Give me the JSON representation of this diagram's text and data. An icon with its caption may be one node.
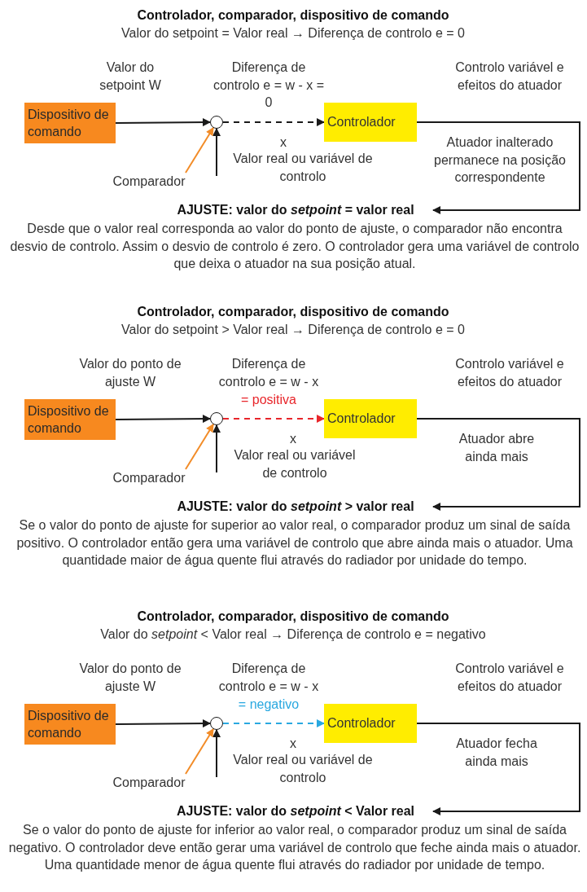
{
  "diagram": {
    "nodes": [
      {
        "text": [
          "Dispositivo de comando"
        ]
      },
      {
        "text": [],
        "shape": "circle"
      },
      {
        "text": [
          "Controlador"
        ]
      },
      {
        "text": [
          "Comparador"
        ]
      },
      {
        "text": [
          "AJUSTE: valor do *setpoint* = valor real"
        ]
      },
      {
        "text": [
          "Dispositivo de comando"
        ]
      },
      {
        "text": [],
        "shape": "circle"
      },
      {
        "text": [
          "Controlador"
        ]
      },
      {
        "text": [
          "Comparador"
        ]
      },
      {
        "text": [
          "AJUSTE: valor do *setpoint* > valor real"
        ]
      },
      {
        "text": [
          "Dispositivo de comando"
        ]
      },
      {
        "text": [],
        "shape": "circle"
      },
      {
        "text": [
          "Controlador"
        ]
      },
      {
        "text": [
          "Comparador"
        ]
      },
      {
        "text": [
          "AJUSTE: valor do *setpoint* < Valor real"
        ]
      }
    ],
    "edges": [
      {
        "from": 0,
        "to": 1,
        "arrow": "to",
        "label": "Valor do setpoint W"
      },
      {
        "from": 1,
        "to": 2,
        "arrow": "to",
        "style": "dashed",
        "label": "Diferença de controlo e = w - x = 0"
      },
      {
        "from": null,
        "to": 1,
        "arrow": "to"
      },
      {
        "from": 3,
        "to": 1,
        "arrow": "to",
        "color": "#f28c28"
      },
      {
        "from": 2,
        "to": 4,
        "arrow": "to"
      },
      {
        "from": 5,
        "to": 6,
        "arrow": "to",
        "label": "Valor do ponto de ajuste W"
      },
      {
        "from": 6,
        "to": 7,
        "arrow": "to",
        "style": "dashed",
        "color": "#e8262b",
        "label": "= positiva"
      },
      {
        "from": null,
        "to": 6,
        "arrow": "to"
      },
      {
        "from": 8,
        "to": 6,
        "arrow": "to",
        "color": "#f28c28"
      },
      {
        "from": 7,
        "to": 9,
        "arrow": "to"
      },
      {
        "from": 10,
        "to": 11,
        "arrow": "to",
        "label": "Valor do ponto de ajuste W"
      },
      {
        "from": 11,
        "to": 12,
        "arrow": "to",
        "style": "dashed",
        "color": "#29a8e0",
        "label": "= negativo"
      },
      {
        "from": null,
        "to": 11,
        "arrow": "to"
      },
      {
        "from": 13,
        "to": 11,
        "arrow": "to",
        "color": "#f28c28"
      },
      {
        "from": 12,
        "to": 14,
        "arrow": "to"
      }
    ],
    "labels": [
      "Controlador, comparador, dispositivo de comando",
      "Valor do setpoint = Valor real → Diferença de controlo e = 0",
      "Controlo variável e efeitos do atuador",
      "x",
      "Valor real ou variável de controlo",
      "Atuador inalterado permanece na posição correspondente",
      "Desde que o valor real corresponda ao valor do ponto de ajuste, o comparador não encontra desvio de controlo. Assim o desvio de controlo é zero. O controlador gera uma variável de controlo que deixa o atuador na sua posição atual.",
      "Controlador, comparador, dispositivo de comando",
      "Valor do setpoint > Valor real → Diferença de controlo e = 0",
      "Diferença de controlo e = w - x",
      "Controlo variável e efeitos do atuador",
      "x",
      "Valor real ou variável de controlo",
      "Atuador abre ainda mais",
      "Se o valor do ponto de ajuste for superior ao valor real, o comparador produz um sinal de saída positivo. O controlador então gera uma variável de controlo que abre ainda mais o atuador. Uma quantidade maior de água quente flui através do radiador por unidade do tempo.",
      "Controlador, comparador, dispositivo de comando",
      "Valor do *setpoint* < Valor real → Diferença de controlo e = negativo",
      "Diferença de controlo e = w - x",
      "Controlo variável e efeitos do atuador",
      "x",
      "Valor real ou variável de controlo",
      "Atuador fecha ainda mais",
      "Se o valor do ponto de ajuste for inferior ao valor real, o comparador produz um sinal de saída negativo. O controlador deve então gerar uma variável de controlo que feche ainda mais o atuador. Uma quantidade menor de água quente flui através do radiador por unidade de tempo."
    ]
  }
}
